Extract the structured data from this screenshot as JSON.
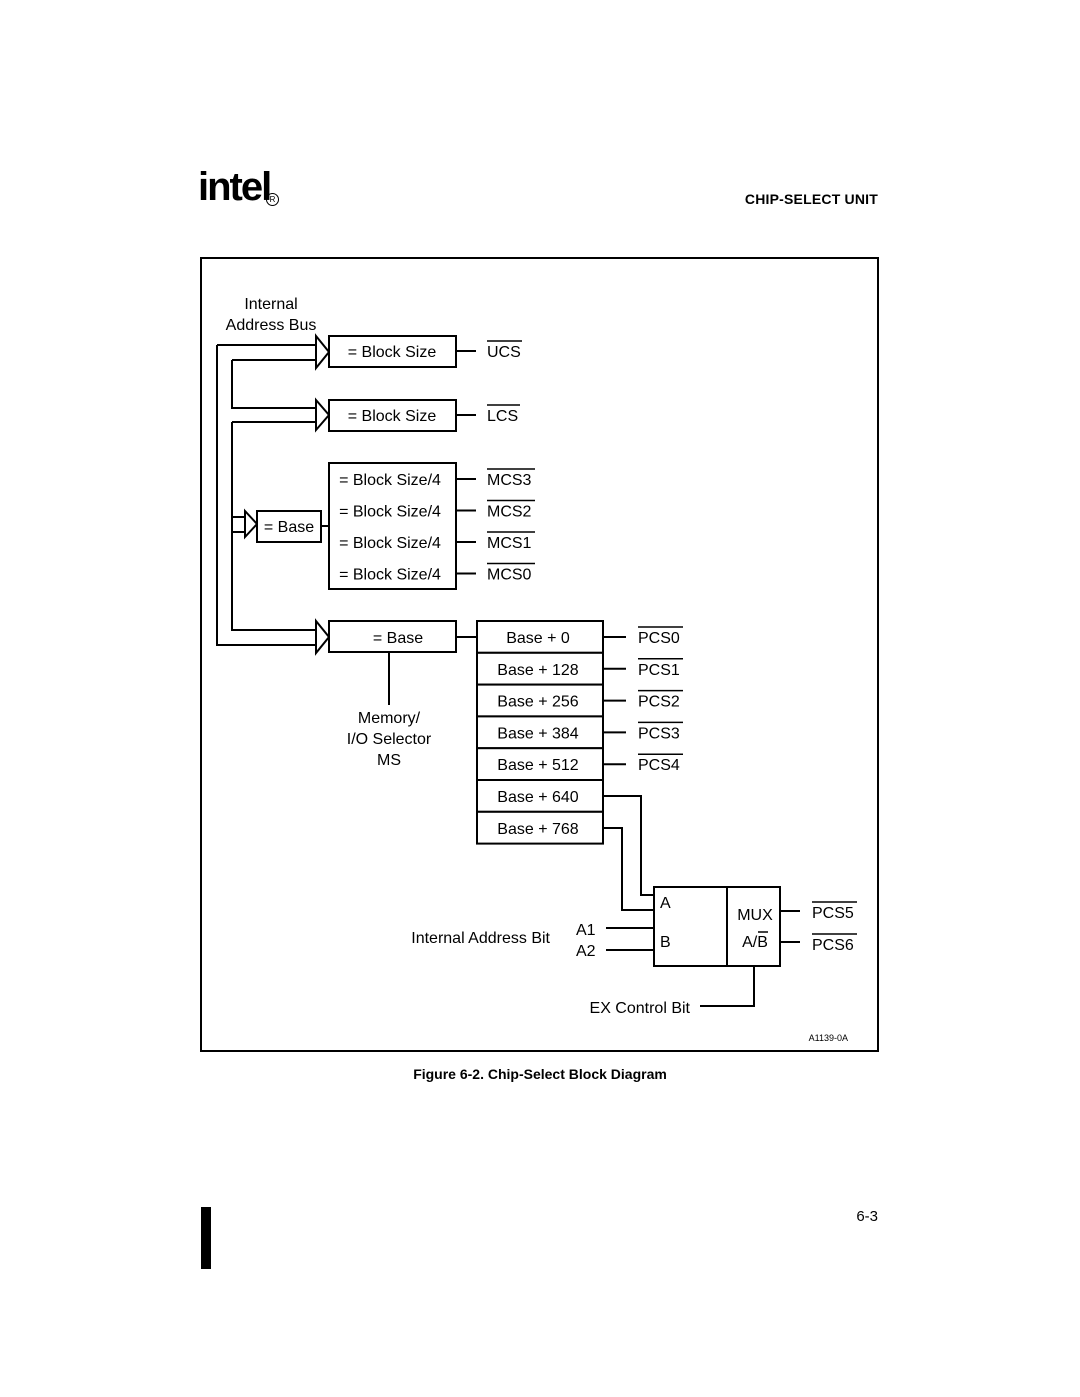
{
  "header": {
    "logo": "intel",
    "logo_mark": "R",
    "section_title": "CHIP-SELECT UNIT"
  },
  "diagram": {
    "bus_label_line1": "Internal",
    "bus_label_line2": "Address Bus",
    "ucs_block": "= Block Size",
    "ucs_signal": "UCS",
    "lcs_block": "= Block Size",
    "lcs_signal": "LCS",
    "mcs_base": "= Base",
    "mcs_blocks": [
      "= Block Size/4",
      "= Block Size/4",
      "= Block Size/4",
      "= Block Size/4"
    ],
    "mcs_signals": [
      "MCS3",
      "MCS2",
      "MCS1",
      "MCS0"
    ],
    "pcs_base": "= Base",
    "pcs_blocks": [
      "Base + 0",
      "Base + 128",
      "Base + 256",
      "Base + 384",
      "Base + 512",
      "Base + 640",
      "Base + 768"
    ],
    "pcs_signals": [
      "PCS0",
      "PCS1",
      "PCS2",
      "PCS3",
      "PCS4"
    ],
    "ms_label_line1": "Memory/",
    "ms_label_line2": "I/O Selector",
    "ms_label_line3": "MS",
    "mux_input_a": "A",
    "mux_input_b": "B",
    "mux_label": "MUX",
    "mux_select": "A/B",
    "mux_outputs": [
      "PCS5",
      "PCS6"
    ],
    "addr_bit_label": "Internal Address Bit",
    "addr_bits": [
      "A1",
      "A2"
    ],
    "ex_control_label": "EX Control Bit",
    "figure_id": "A1139-0A"
  },
  "caption": "Figure 6-2.  Chip-Select Block Diagram",
  "page_number": "6-3"
}
